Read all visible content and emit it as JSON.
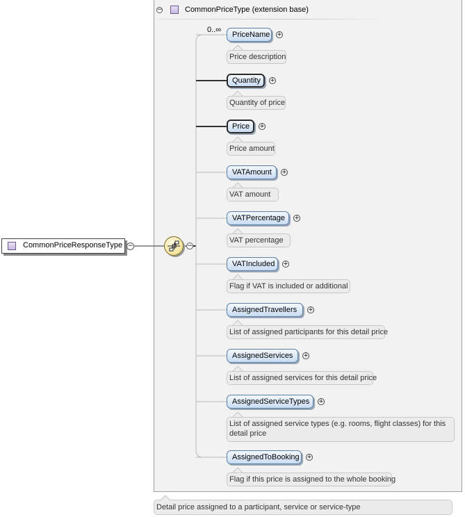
{
  "root_type": {
    "label": "CommonPriceResponseType",
    "icon": "complex-type-icon"
  },
  "extension": {
    "label": "CommonPriceType (extension base)"
  },
  "occurrence": "0..∞",
  "elements": [
    {
      "name": "PriceName",
      "doc": "Price description",
      "mandatory": false
    },
    {
      "name": "Quantity",
      "doc": "Quantity of price",
      "mandatory": true
    },
    {
      "name": "Price",
      "doc": "Price amount",
      "mandatory": true
    },
    {
      "name": "VATAmount",
      "doc": "VAT amount",
      "mandatory": false
    },
    {
      "name": "VATPercentage",
      "doc": "VAT percentage",
      "mandatory": false
    },
    {
      "name": "VATIncluded",
      "doc": "Flag if VAT is included or additional",
      "mandatory": false
    },
    {
      "name": "AssignedTravellers",
      "doc": "List of assigned participants for this detail price",
      "mandatory": false
    },
    {
      "name": "AssignedServices",
      "doc": "List of assigned services for this detail price",
      "mandatory": false
    },
    {
      "name": "AssignedServiceTypes",
      "doc": "List of assigned service types (e.g. rooms, flight classes) for this detail price",
      "mandatory": false
    },
    {
      "name": "AssignedToBooking",
      "doc": "Flag if this price is assigned to the whole booking",
      "mandatory": false
    }
  ],
  "type_doc": "Detail price assigned to a participant, service or service-type",
  "colors": {
    "element_fill": "#c9dcf2",
    "element_border": "#5c7fa8",
    "doc_fill": "#ececec",
    "compositor_fill": "#f1e29a",
    "type_icon": "#c8b8e0"
  }
}
